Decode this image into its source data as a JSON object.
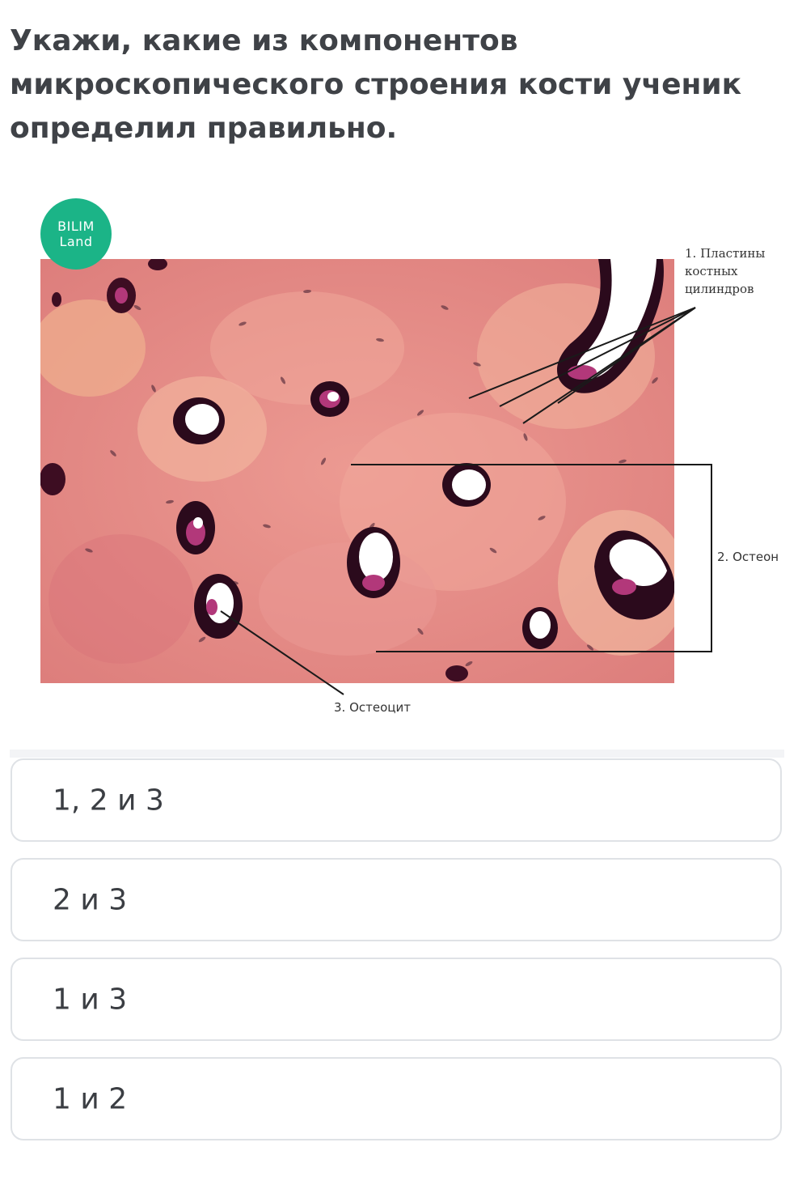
{
  "question": {
    "text": "Укажи, какие из компонентов микроскопического строения кости ученик определил правильно."
  },
  "figure": {
    "logo": {
      "line1": "BILIM",
      "line2": "Land"
    },
    "labels": {
      "label1_line1": "1. Пластины",
      "label1_line2": "костных",
      "label1_line3": "цилиндров",
      "label2": "2. Остеон",
      "label3": "3. Остеоцит"
    },
    "colors": {
      "tissue_base": "#e48a86",
      "tissue_light": "#f2b7a2",
      "canal_rim": "#2b0a1c",
      "canal_inner": "#ffffff",
      "canal_stain": "#b2387a"
    }
  },
  "options": [
    {
      "label": "1, 2 и 3"
    },
    {
      "label": "2 и 3"
    },
    {
      "label": "1 и 3"
    },
    {
      "label": "1 и 2"
    }
  ],
  "colors": {
    "brand": "#1bb487",
    "question_text": "#3f4247",
    "option_border": "#dfe2e6"
  }
}
